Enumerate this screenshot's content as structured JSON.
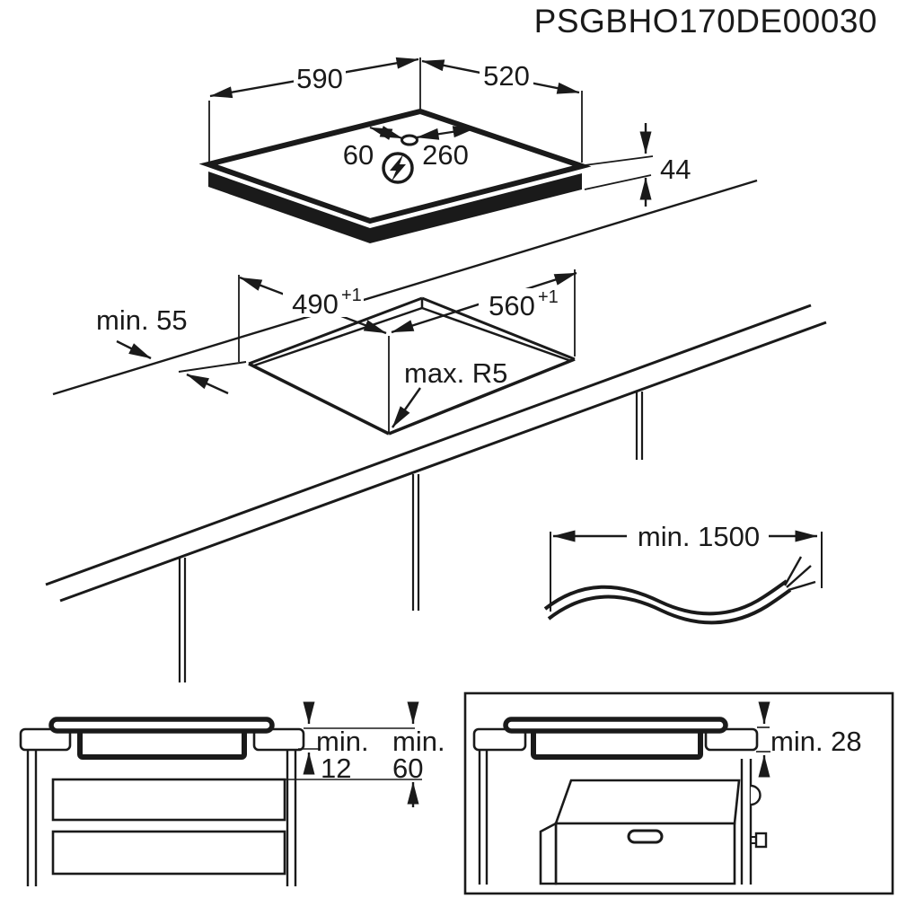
{
  "title_code": "PSGBHO170DE00030",
  "colors": {
    "ink": "#1a1a1a",
    "paper": "#ffffff"
  },
  "hob": {
    "width": "590",
    "depth": "520",
    "height": "44",
    "cable_hole_from_left": "60",
    "cable_hole_from_right": "260",
    "power_icon": "lightning-bolt-icon"
  },
  "cutout": {
    "depth": "490",
    "depth_tolerance": "+1",
    "width": "560",
    "width_tolerance": "+1",
    "min_front_distance": "min. 55",
    "max_corner_radius": "max. R5"
  },
  "cable": {
    "min_length": "min. 1500"
  },
  "base_cabinet": {
    "hob_clearance_label": "min.",
    "hob_clearance_value": "12",
    "vent_clearance_label": "min.",
    "vent_clearance_value": "60"
  },
  "oven_cabinet": {
    "min_clearance": "min. 28"
  }
}
